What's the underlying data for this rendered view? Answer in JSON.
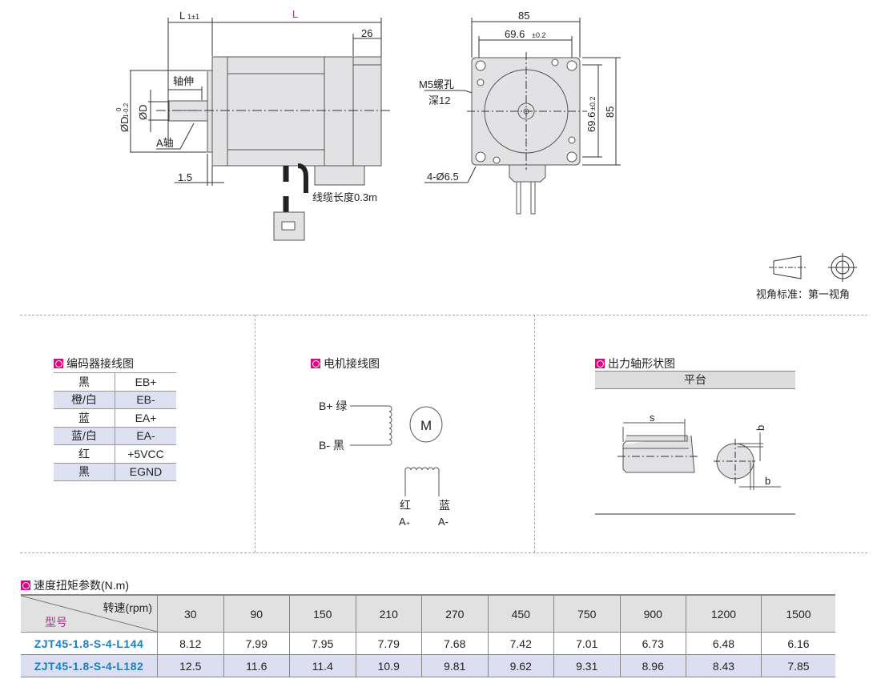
{
  "drawing": {
    "side_view": {
      "dim_L1": "L",
      "dim_L1_sub": "1±1",
      "dim_L": "L",
      "dim_26": "26",
      "dim_D1": "ØD",
      "dim_D1_sub": "1-0.2",
      "dim_D1_sup": "0",
      "dim_D": "ØD",
      "shaft_extension": "轴伸",
      "shaft_A": "A轴",
      "dim_1_5": "1.5",
      "cable_length": "线缆长度0.3m"
    },
    "front_view": {
      "dim_85_top": "85",
      "dim_69_6_top": "69.6",
      "tol": "±0.2",
      "dim_69_6_right": "69.6",
      "dim_85_right": "85",
      "m5_hole": "M5螺孔",
      "m5_depth": "深12",
      "mount_holes": "4-Ø6.5"
    },
    "projection": "视角标准：第一视角"
  },
  "encoder_wiring": {
    "title": "编码器接线图",
    "rows": [
      [
        "黑",
        "EB+"
      ],
      [
        "橙/白",
        "EB-"
      ],
      [
        "蓝",
        "EA+"
      ],
      [
        "蓝/白",
        "EA-"
      ],
      [
        "红",
        "+5VCC"
      ],
      [
        "黑",
        "EGND"
      ]
    ]
  },
  "motor_wiring": {
    "title": "电机接线图",
    "b_plus": "B+ 绿",
    "b_minus": "B-  黑",
    "motor": "M",
    "a_plus_color": "红",
    "a_minus_color": "蓝",
    "a_plus": "A",
    "a_plus_sub": "+",
    "a_minus": "A-"
  },
  "shaft_shape": {
    "title": "出力轴形状图",
    "type": "平台",
    "dim_s": "s",
    "dim_b1": "b",
    "dim_b2": "b"
  },
  "speed_torque": {
    "title": "速度扭矩参数(N.m)",
    "corner_speed": "转速(rpm)",
    "corner_model": "型号",
    "speeds": [
      "30",
      "90",
      "150",
      "210",
      "270",
      "450",
      "750",
      "900",
      "1200",
      "1500"
    ],
    "rows": [
      {
        "model": "ZJT45-1.8-S-4-L144",
        "values": [
          "8.12",
          "7.99",
          "7.95",
          "7.79",
          "7.68",
          "7.42",
          "7.01",
          "6.73",
          "6.48",
          "6.16"
        ]
      },
      {
        "model": "ZJT45-1.8-S-4-L182",
        "values": [
          "12.5",
          "11.6",
          "11.4",
          "10.9",
          "9.81",
          "9.62",
          "9.31",
          "8.96",
          "8.43",
          "7.85"
        ]
      }
    ]
  },
  "colors": {
    "accent": "#e4007f",
    "model_blue": "#1a7fc1",
    "purple": "#a0398e"
  }
}
